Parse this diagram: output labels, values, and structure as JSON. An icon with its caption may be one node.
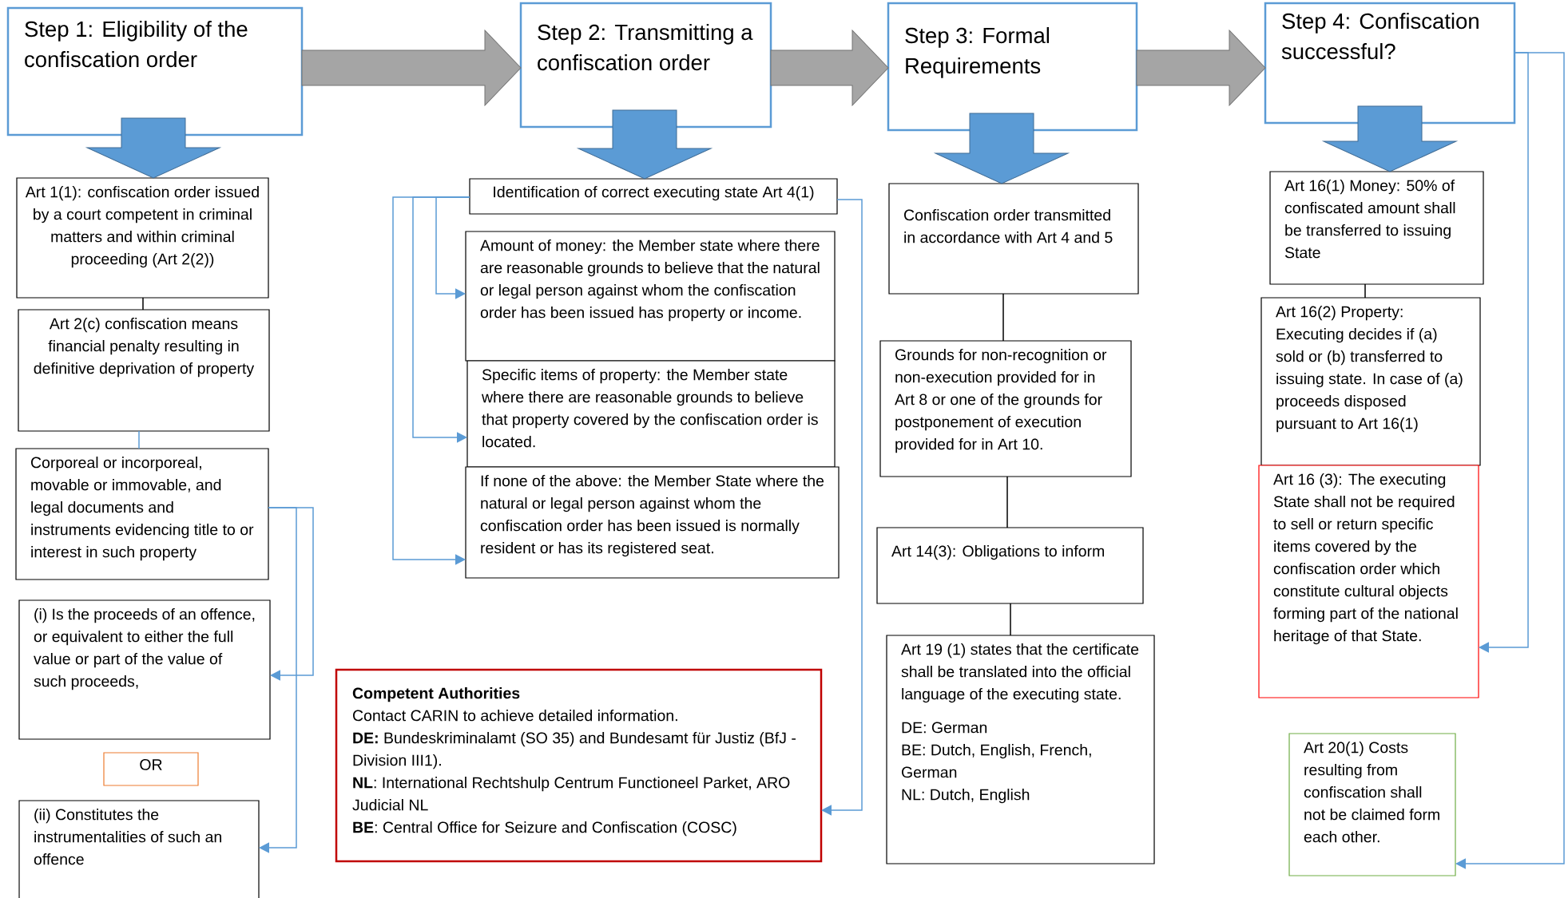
{
  "diagram": {
    "nodes": [
      {
        "text": [
          "Step 1: Eligibility of the confiscation order"
        ]
      },
      {
        "text": [
          "Step 2: Transmitting a confiscation order"
        ]
      },
      {
        "text": [
          "Step 3: Formal Requirements"
        ]
      },
      {
        "text": [
          "Step 4: Confiscation successful?"
        ]
      },
      {
        "text": [
          "Art 1(1): confiscation order issued by a court competent in criminal matters and within criminal proceeding (Art 2(2))"
        ]
      },
      {
        "text": [
          "Art 2(c) confiscation means financial penalty resulting in definitive deprivation of property"
        ]
      },
      {
        "text": [
          "Corporeal or incorporeal, movable or immovable, and legal documents and instruments evidencing title to or interest in such property"
        ]
      },
      {
        "text": [
          "(i) Is the proceeds of an offence, or equivalent to either the full value or part of the value of such proceeds,"
        ]
      },
      {
        "text": [
          "OR"
        ]
      },
      {
        "text": [
          "(ii) Constitutes the instrumentalities of such an offence"
        ]
      },
      {
        "text": [
          "Identification of correct executing state Art 4(1)"
        ]
      },
      {
        "text": [
          "Amount of money: the Member state where there are reasonable grounds to believe that the natural or legal person against whom the confiscation order has been issued has property or income."
        ]
      },
      {
        "text": [
          "Specific items of property: the Member state where there are reasonable grounds to believe that property covered by the confiscation order is located."
        ]
      },
      {
        "text": [
          "If none of the above: the Member State where the natural or legal person against whom the confiscation order has been issued is normally resident or has its registered seat."
        ]
      },
      {
        "text": [
          "Competent Authorities",
          "Contact CARIN to achieve detailed information.",
          "**DE:** Bundeskriminalamt (SO 35) and Bundesamt für Justiz (BfJ - Division III1).",
          "**NL**: International Rechtshulp Centrum Functioneel Parket, ARO Judicial NL",
          "**BE**: Central Office for Seizure and Confiscation (COSC)"
        ]
      },
      {
        "text": [
          "Confiscation order transmitted in accordance with Art 4 and 5"
        ]
      },
      {
        "text": [
          "Grounds for non-recognition or non-execution provided for in Art 8 or one of the grounds for postponement of execution provided for in Art 10."
        ]
      },
      {
        "text": [
          "Art 14(3): Obligations to inform"
        ]
      },
      {
        "text": [
          "Art 19 (1) states that the certificate shall be translated into the official language of the executing state.",
          "DE: German",
          "BE: Dutch, English, French, German",
          "NL: Dutch, English"
        ]
      },
      {
        "text": [
          "Art 16(1) Money: 50% of confiscated amount shall be transferred to issuing State"
        ]
      },
      {
        "text": [
          "Art 16(2) Property: Executing decides if (a) sold or (b) transferred to issuing state. In case of (a) proceeds disposed pursuant to Art 16(1)"
        ]
      },
      {
        "text": [
          "Art 16 (3): The executing State shall not be required to sell or return specific items covered by the confiscation order which constitute cultural objects forming part of the national heritage of that State."
        ]
      },
      {
        "text": [
          "Art 20(1) Costs resulting from confiscation shall not be claimed form each other."
        ]
      }
    ],
    "edges": [
      {
        "from": 0,
        "to": 1,
        "arrow": "to",
        "style": "thick",
        "color": "#a5a5a5"
      },
      {
        "from": 1,
        "to": 2,
        "arrow": "to",
        "style": "thick",
        "color": "#a5a5a5"
      },
      {
        "from": 2,
        "to": 3,
        "arrow": "to",
        "style": "thick",
        "color": "#a5a5a5"
      },
      {
        "from": 0,
        "to": 4,
        "arrow": "to",
        "style": "thick"
      },
      {
        "from": 1,
        "to": 10,
        "arrow": "to",
        "style": "thick"
      },
      {
        "from": 2,
        "to": 15,
        "arrow": "to",
        "style": "thick"
      },
      {
        "from": 3,
        "to": 19,
        "arrow": "to",
        "style": "thick"
      },
      {
        "from": 4,
        "to": 5,
        "arrow": "none",
        "color": "#000000"
      },
      {
        "from": 5,
        "to": 6,
        "arrow": "none"
      },
      {
        "from": 6,
        "to": 7,
        "arrow": "to"
      },
      {
        "from": 6,
        "to": 9,
        "arrow": "to"
      },
      {
        "from": 10,
        "to": 11,
        "arrow": "to"
      },
      {
        "from": 10,
        "to": 12,
        "arrow": "to"
      },
      {
        "from": 10,
        "to": 13,
        "arrow": "to"
      },
      {
        "from": 10,
        "to": 14,
        "arrow": "to"
      },
      {
        "from": 15,
        "to": 16,
        "arrow": "none",
        "color": "#000000"
      },
      {
        "from": 16,
        "to": 17,
        "arrow": "none",
        "color": "#000000"
      },
      {
        "from": 17,
        "to": 18,
        "arrow": "none",
        "color": "#000000"
      },
      {
        "from": 19,
        "to": 20,
        "arrow": "none",
        "color": "#000000"
      },
      {
        "from": 3,
        "to": 21,
        "arrow": "to"
      },
      {
        "from": 3,
        "to": 22,
        "arrow": "to"
      }
    ]
  }
}
